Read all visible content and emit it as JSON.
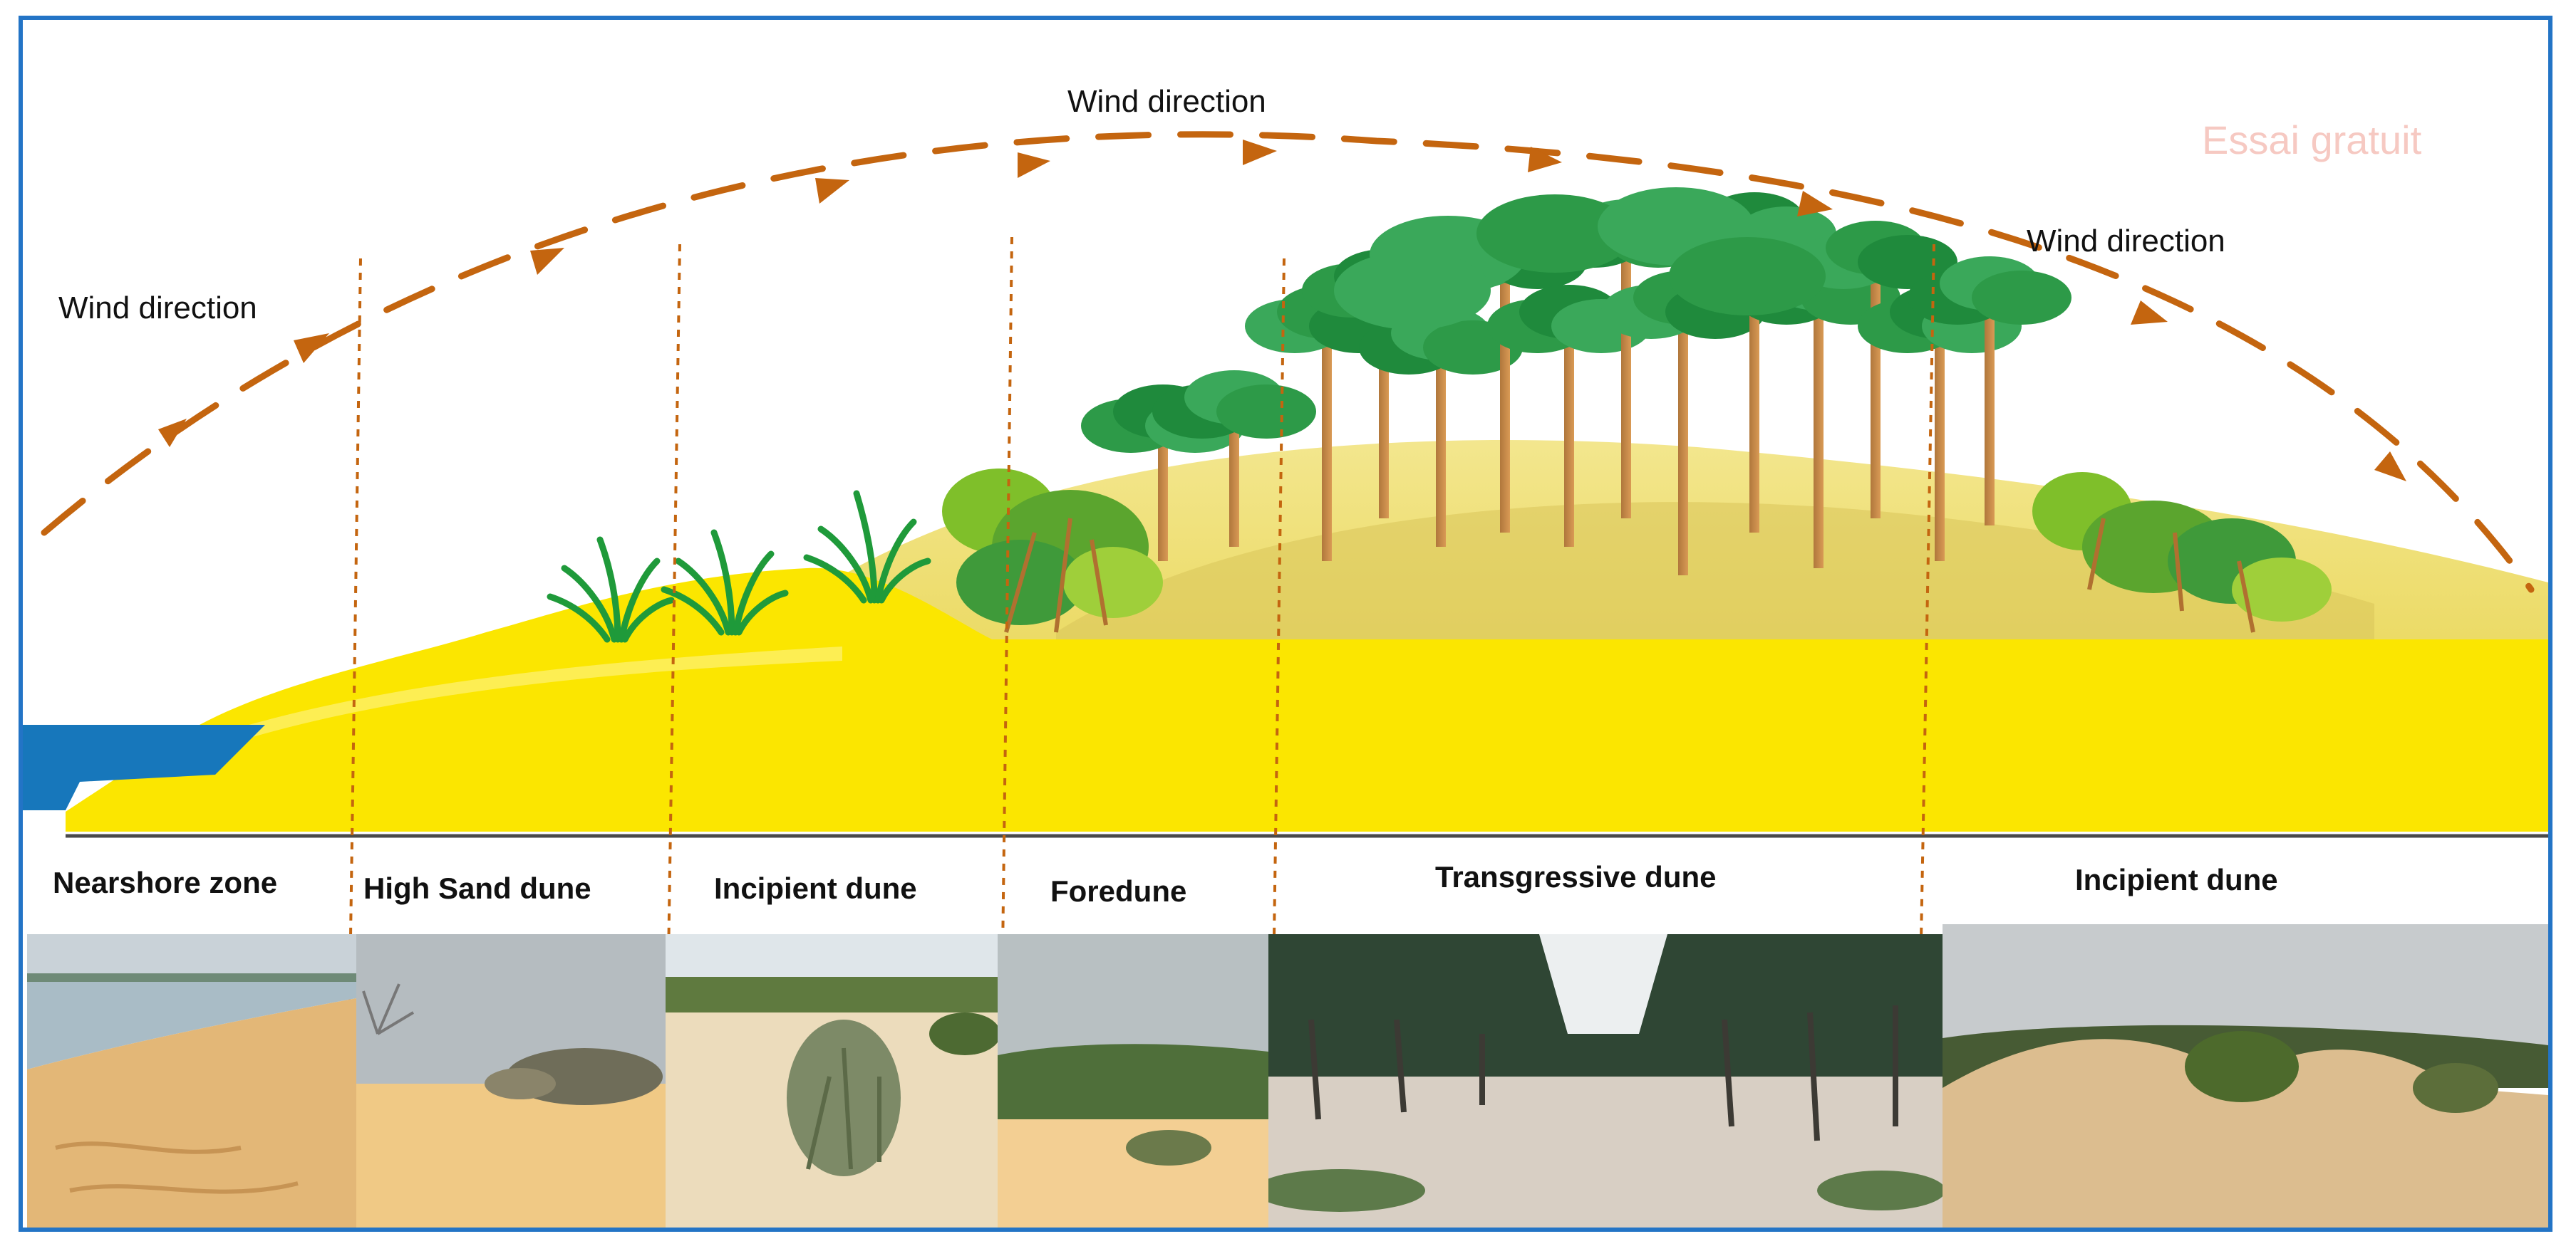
{
  "wind_labels": [
    "Wind direction",
    "Wind direction",
    "Wind direction"
  ],
  "zones": [
    "Nearshore zone",
    "High Sand dune",
    "Incipient dune",
    "Foredune",
    "Transgressive dune",
    "Incipient dune"
  ],
  "watermark": "Essai gratuit",
  "colors": {
    "frame": "#2374c6",
    "arrow": "#c4650f",
    "sand": "#fbe600",
    "water": "#1777bb",
    "tree_canopy": "#2d9a48"
  },
  "photos": [
    {
      "name": "beach-shore-photo",
      "scene": "beach"
    },
    {
      "name": "sand-dune-shrub-photo",
      "scene": "open-dune"
    },
    {
      "name": "incipient-dune-grass-photo",
      "scene": "grass-dune"
    },
    {
      "name": "foredune-photo",
      "scene": "foredune"
    },
    {
      "name": "pine-forest-photo",
      "scene": "forest"
    },
    {
      "name": "incipient-dune-bush-photo",
      "scene": "bush-dune"
    }
  ]
}
